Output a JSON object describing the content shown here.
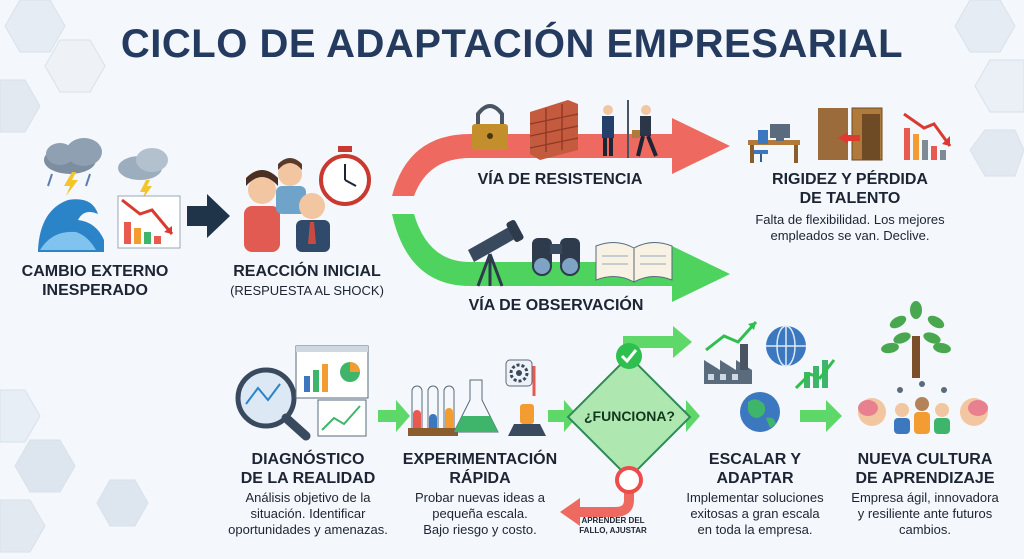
{
  "title": "CICLO DE ADAPTACIÓN EMPRESARIAL",
  "stages": {
    "change": {
      "label": "CAMBIO EXTERNO\nINESPERADO"
    },
    "reaction": {
      "label": "REACCIÓN INICIAL",
      "sub": "(RESPUESTA AL SHOCK)"
    },
    "resistance": {
      "label": "VÍA DE RESISTENCIA"
    },
    "observation": {
      "label": "VÍA DE OBSERVACIÓN"
    },
    "rigidity": {
      "label": "RIGIDEZ Y PÉRDIDA\nDE TALENTO",
      "desc": "Falta de flexibilidad. Los mejores\nempleados se van. Declive."
    },
    "diagnosis": {
      "label": "DIAGNÓSTICO\nDE LA REALIDAD",
      "desc": "Análisis objetivo de la\nsituación. Identificar\noportunidades y amenazas."
    },
    "experiment": {
      "label": "EXPERIMENTACIÓN\nRÁPIDA",
      "desc": "Probar nuevas ideas a\npequeña escala.\nBajo riesgo y costo."
    },
    "decision": {
      "label": "¿FUNCIONA?",
      "fail_note": "APRENDER DEL\nFALLO, AJUSTAR"
    },
    "scale": {
      "label": "ESCALAR Y\nADAPTAR",
      "desc": "Implementar soluciones\nexitosas a gran escala\nen toda la empresa."
    },
    "culture": {
      "label": "NUEVA CULTURA\nDE APRENDIZAJE",
      "desc": "Empresa ágil, innovadora\ny resiliente ante futuros\ncambios."
    }
  },
  "colors": {
    "title": "#243a5e",
    "red_path": "#ee6a60",
    "green_path": "#4fd35f",
    "arrow_green": "#5fd86a",
    "arrow_dark": "#1f3448"
  },
  "icons": [
    "storm-cloud-icon",
    "wave-icon",
    "falling-chart-icon",
    "shocked-people-icon",
    "stopwatch-icon",
    "padlock-icon",
    "brick-wall-icon",
    "people-leaving-icon",
    "empty-desk-icon",
    "exit-door-icon",
    "declining-bars-icon",
    "telescope-icon",
    "binoculars-icon",
    "open-book-icon",
    "magnifier-icon",
    "dashboard-icon",
    "test-tubes-icon",
    "flask-icon",
    "gear-icon",
    "microscope-icon",
    "checkmark-icon",
    "fail-icon",
    "factory-icon",
    "globe-icon",
    "growth-chart-icon",
    "tree-icon",
    "brain-icon",
    "team-icon"
  ]
}
